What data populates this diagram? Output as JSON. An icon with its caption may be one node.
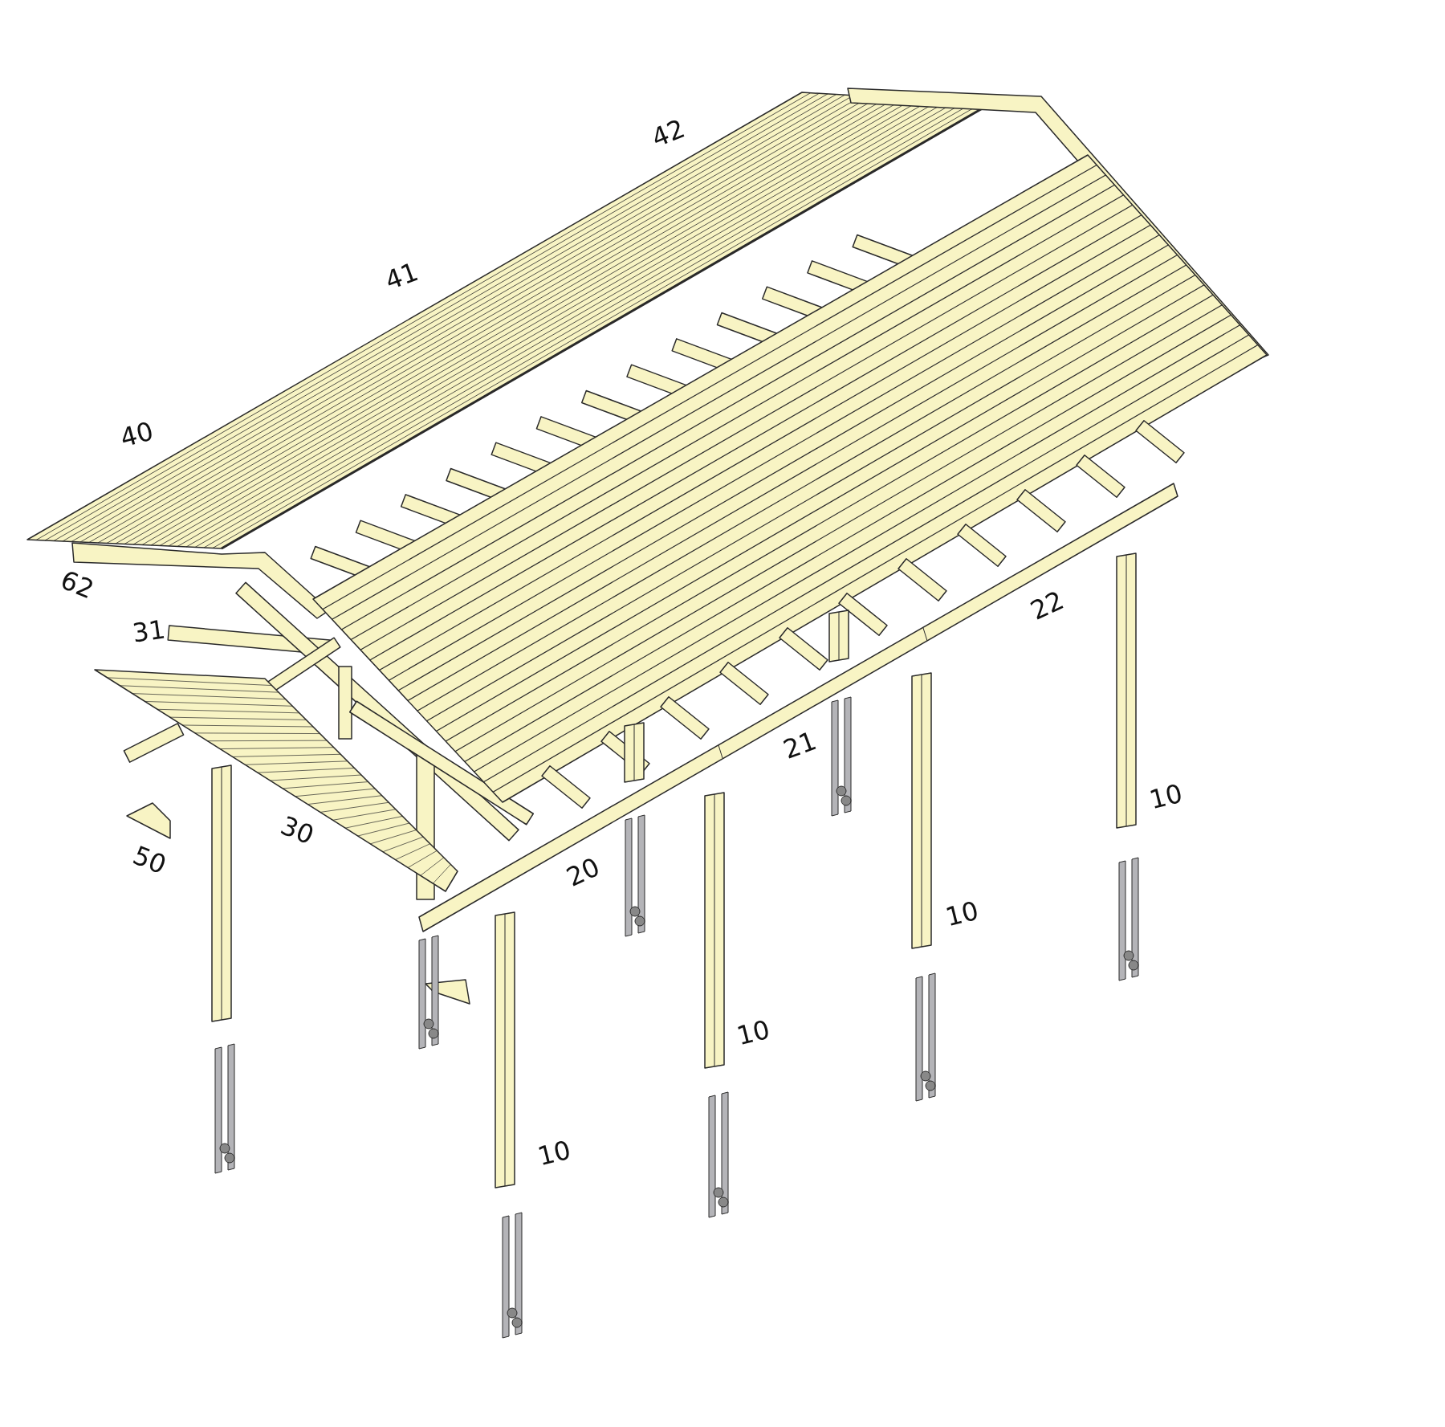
{
  "diagram": {
    "labels": [
      "42",
      "41",
      "40",
      "62",
      "22",
      "31",
      "21",
      "10",
      "30",
      "50",
      "20",
      "10",
      "10",
      "10"
    ]
  }
}
